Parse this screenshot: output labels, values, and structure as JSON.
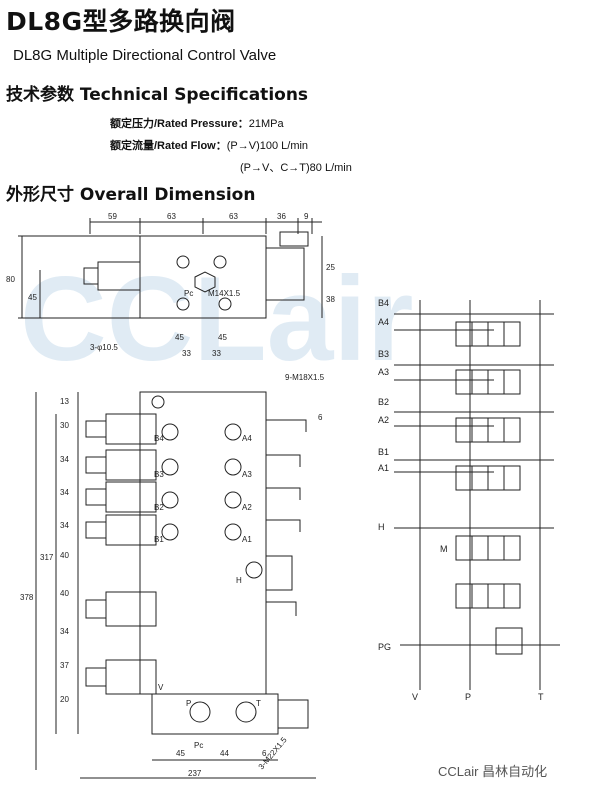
{
  "header": {
    "title": "DL8G型多路换向阀",
    "subtitle": "DL8G Multiple Directional Control Valve"
  },
  "specs": {
    "heading": "技术参数 Technical Specifications",
    "rated_pressure_label": "额定压力/Rated Pressure：",
    "rated_pressure_value": "21MPa",
    "rated_flow_label": "额定流量/Rated Flow：",
    "rated_flow_value_1": "(P→V)100 L/min",
    "rated_flow_value_2": "(P→V、C→T)80 L/min"
  },
  "dimension": {
    "heading": "外形尺寸 Overall Dimension",
    "top_dims": [
      "59",
      "63",
      "63",
      "36",
      "9"
    ],
    "top_left_dims": [
      "80",
      "45"
    ],
    "top_right_dims": [
      "25",
      "38"
    ],
    "port_pg": "Pc",
    "thread_top": "M14X1.5",
    "mid_dims": [
      "45",
      "45",
      "33",
      "33"
    ],
    "hole_note": "3-φ10.5",
    "thread_mid": "9-M18X1.5",
    "left_stack": [
      "13",
      "30",
      "34",
      "34",
      "34",
      "40",
      "40",
      "34",
      "37",
      "20"
    ],
    "left_totals": [
      "317",
      "378"
    ],
    "right_small": "6",
    "ports_left": [
      "B4",
      "B3",
      "B2",
      "B1"
    ],
    "ports_right": [
      "A4",
      "A3",
      "A2",
      "A1"
    ],
    "port_h": "H",
    "port_v": "V",
    "port_p": "P",
    "port_t": "T",
    "port_pc_bottom": "Pc",
    "thread_bottom": "3-M22X1.5",
    "bottom_dims": [
      "45",
      "44",
      "6"
    ],
    "bottom_total": "237"
  },
  "schematic": {
    "labels": [
      "B4",
      "A4",
      "B3",
      "A3",
      "B2",
      "A2",
      "B1",
      "A1",
      "H",
      "M",
      "PG",
      "V",
      "P",
      "T"
    ]
  },
  "watermark": "CCLair",
  "footer": "CCLair 昌林自动化"
}
